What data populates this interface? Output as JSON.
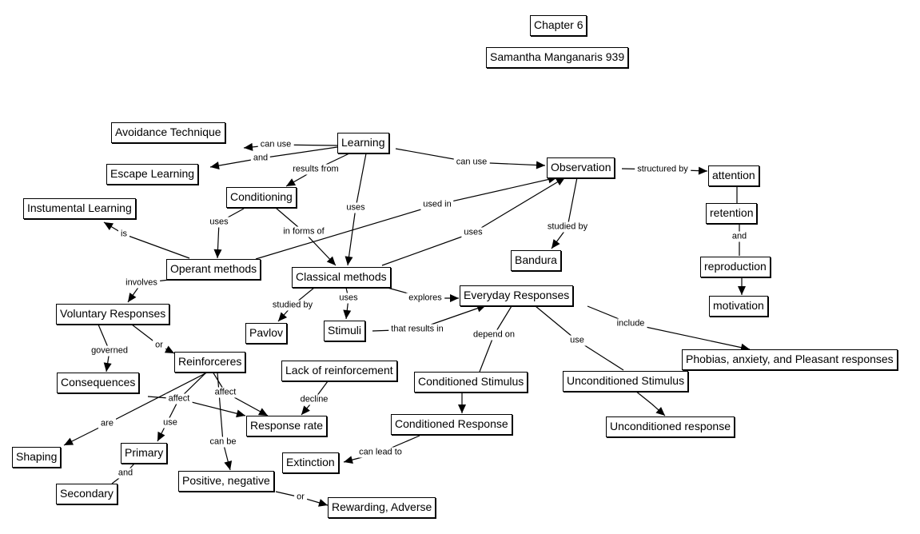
{
  "nodes": {
    "chapter": "Chapter 6",
    "author": "Samantha Manganaris 939",
    "learning": "Learning",
    "avoidance": "Avoidance Technique",
    "escape": "Escape Learning",
    "conditioning": "Conditioning",
    "instrumental": "Instumental Learning",
    "operant": "Operant methods",
    "classical": "Classical methods",
    "observation": "Observation",
    "attention": "attention",
    "retention": "retention",
    "reproduction": "reproduction",
    "motivation": "motivation",
    "bandura": "Bandura",
    "voluntary": "Voluntary Responses",
    "consequences": "Consequences",
    "reinforceres": "Reinforceres",
    "lack": "Lack of reinforcement",
    "response_rate": "Response rate",
    "shaping": "Shaping",
    "primary": "Primary",
    "secondary": "Secondary",
    "positive": "Positive, negative",
    "rewarding": "Rewarding, Adverse",
    "pavlov": "Pavlov",
    "stimuli": "Stimuli",
    "everyday": "Everyday Responses",
    "phobias": "Phobias, anxiety, and Pleasant responses",
    "cond_stimulus": "Conditioned Stimulus",
    "cond_response": "Conditioned Response",
    "extinction": "Extinction",
    "uncond_stimulus": "Unconditioned Stimulus",
    "uncond_response": "Unconditioned response"
  },
  "links": {
    "can_use_1": "can use",
    "and_1": "and",
    "results_from": "results from",
    "uses_1": "uses",
    "can_use_2": "can use",
    "structured_by": "structured by",
    "and_2": "and",
    "used_in": "used in",
    "uses_2": "uses",
    "in_forms_of": "in forms of",
    "is": "is",
    "uses_3": "uses",
    "studied_by_1": "studied by",
    "involves": "involves",
    "studied_by_2": "studied by",
    "uses_4": "uses",
    "explores": "explores",
    "that_results_in": "that results in",
    "depend_on": "depend on",
    "use_1": "use",
    "include": "include",
    "governed": "governed",
    "or_1": "or",
    "affect_1": "affect",
    "affect_2": "affect",
    "are": "are",
    "use_2": "use",
    "can_be": "can be",
    "decline": "decline",
    "and_3": "and",
    "or_2": "or",
    "can_lead_to": "can lead to"
  },
  "colors": {
    "line": "#000000",
    "box_border": "#000000",
    "background": "#ffffff"
  }
}
